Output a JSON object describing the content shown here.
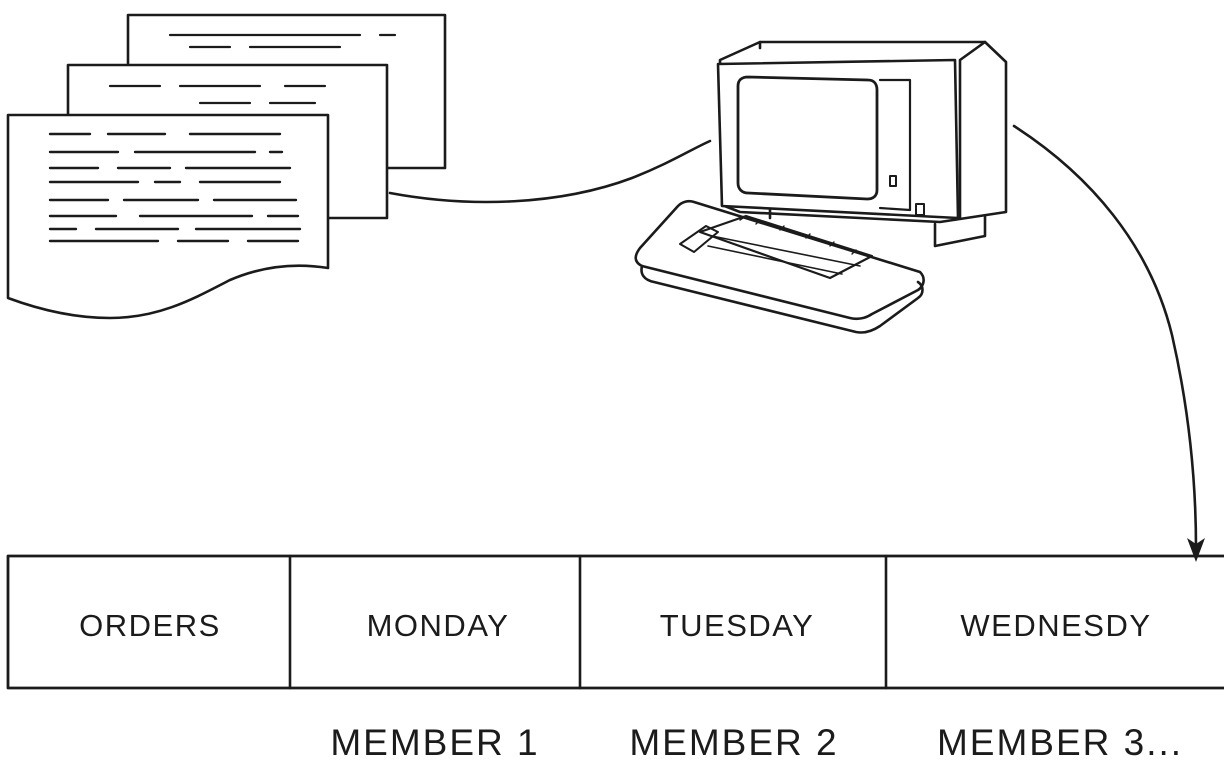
{
  "dataset": {
    "segments": [
      {
        "label": "ORDERS"
      },
      {
        "label": "MONDAY"
      },
      {
        "label": "TUESDAY"
      },
      {
        "label": "WEDNESDY"
      }
    ],
    "members": [
      {
        "label": "MEMBER 1"
      },
      {
        "label": "MEMBER 2"
      },
      {
        "label": "MEMBER 3..."
      }
    ]
  },
  "illustrations": {
    "documents": "document-stack-icon",
    "computer": "computer-terminal-icon",
    "arrow": "arrow-icon"
  },
  "colors": {
    "ink": "#1b1b1b",
    "paper": "#ffffff"
  }
}
